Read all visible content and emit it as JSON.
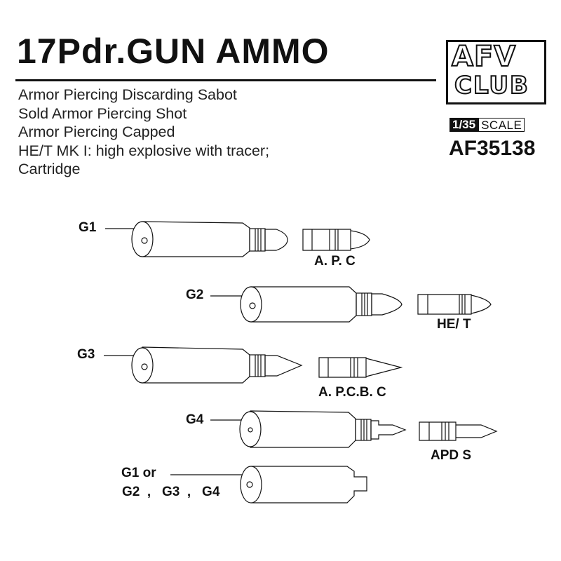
{
  "title": "17Pdr.GUN AMMO",
  "descriptions": [
    "Armor Piercing Discarding Sabot",
    "Sold Armor Piercing Shot",
    "Armor Piercing Capped",
    "HE/T MK I: high explosive with tracer;",
    "Cartridge"
  ],
  "logo": {
    "brand_top": "AFV",
    "brand_bottom": "CLUB",
    "scale_ratio": "1/35",
    "scale_word": "SCALE",
    "product_code": "AF35138"
  },
  "labels": {
    "g1": "G1",
    "g2": "G2",
    "g3": "G3",
    "g4": "G4",
    "apc": "A. P. C",
    "het": "HE/ T",
    "apcbc": "A. P.C.B. C",
    "apds": "APD S",
    "cartridge_line1": "G1 or",
    "cartridge_line2": "G2  ,   G3  ,   G4"
  },
  "colors": {
    "ink": "#111111",
    "background": "#ffffff"
  }
}
